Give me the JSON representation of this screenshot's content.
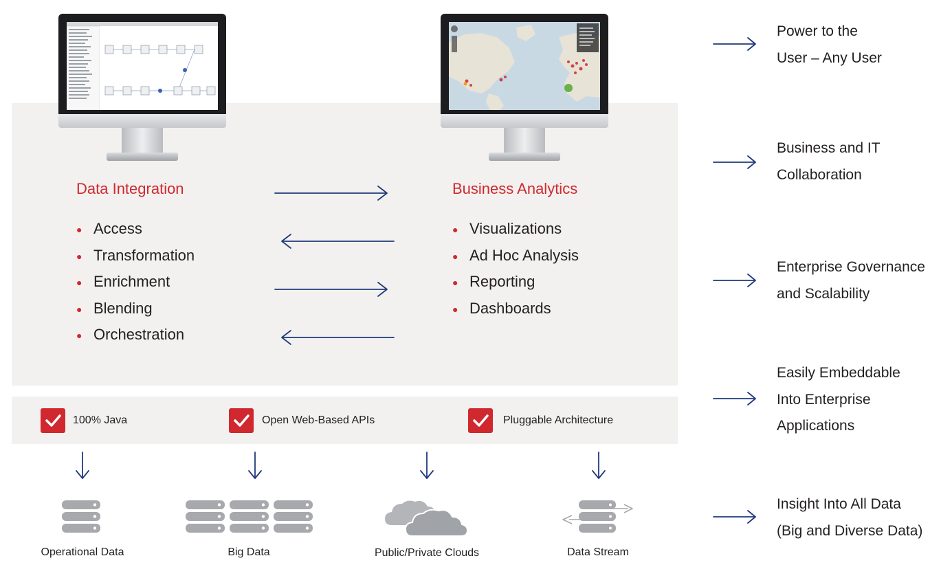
{
  "data_integration": {
    "heading": "Data Integration",
    "items": [
      "Access",
      "Transformation",
      "Enrichment",
      "Blending",
      "Orchestration"
    ]
  },
  "business_analytics": {
    "heading": "Business Analytics",
    "items": [
      "Visualizations",
      "Ad Hoc Analysis",
      "Reporting",
      "Dashboards"
    ]
  },
  "benefits": [
    "Power to the\nUser – Any User",
    "Business and IT\nCollaboration",
    "Enterprise Governance\nand Scalability",
    "Easily Embeddable\nInto Enterprise\nApplications",
    "Insight Into All Data\n(Big and Diverse Data)"
  ],
  "features": [
    "100% Java",
    "Open Web-Based APIs",
    "Pluggable Architecture"
  ],
  "sources": [
    "Operational Data",
    "Big Data",
    "Public/Private Clouds",
    "Data Stream"
  ],
  "colors": {
    "accent_red": "#d0282e",
    "arrow_navy": "#1f3a7a",
    "panel_gray": "#f2f1f0",
    "icon_gray": "#a7a9ac"
  },
  "icons": {
    "monitors": [
      "data-integration-monitor",
      "business-analytics-monitor"
    ],
    "check": "checkmark-icon",
    "sources": [
      "server-stack-icon",
      "server-cluster-icon",
      "cloud-icon",
      "data-stream-icon"
    ]
  }
}
